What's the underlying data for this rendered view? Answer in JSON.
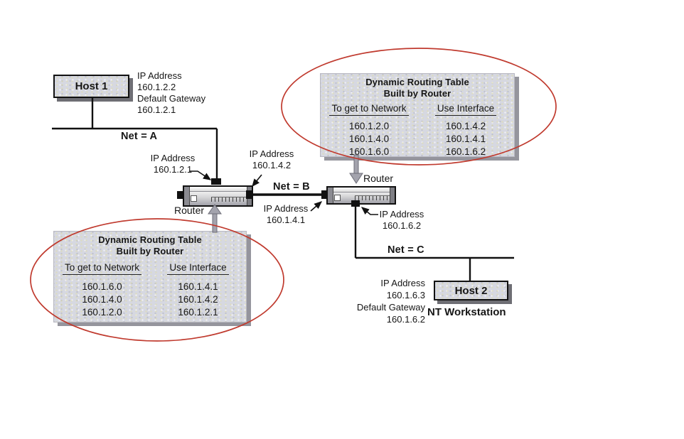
{
  "hosts": {
    "host1": {
      "label": "Host 1",
      "info_lines": [
        "IP Address",
        "160.1.2.2",
        "Default Gateway",
        "160.1.2.1"
      ]
    },
    "host2": {
      "label": "Host 2",
      "sublabel": "NT Workstation",
      "info_lines": [
        "IP Address",
        "160.1.6.3",
        "Default Gateway",
        "160.1.6.2"
      ]
    }
  },
  "networks": {
    "net_a": "Net = A",
    "net_b": "Net = B",
    "net_c": "Net = C"
  },
  "routers": {
    "left": {
      "label": "Router",
      "top_interface": {
        "lines": [
          "IP Address",
          "160.1.2.1"
        ]
      },
      "right_interface": {
        "lines": [
          "IP Address",
          "160.1.4.2"
        ]
      }
    },
    "right": {
      "label": "Router",
      "left_interface": {
        "lines": [
          "IP Address",
          "160.1.4.1"
        ]
      },
      "bottom_interface": {
        "lines": [
          "IP Address",
          "160.1.6.2"
        ]
      }
    }
  },
  "routing_tables": {
    "right_router_table": {
      "title_line1": "Dynamic Routing Table",
      "title_line2": "Built by Router",
      "col1_header": "To get to Network",
      "col2_header": "Use Interface",
      "rows": [
        [
          "160.1.2.0",
          "160.1.4.2"
        ],
        [
          "160.1.4.0",
          "160.1.4.1"
        ],
        [
          "160.1.6.0",
          "160.1.6.2"
        ]
      ]
    },
    "left_router_table": {
      "title_line1": "Dynamic Routing Table",
      "title_line2": "Built by Router",
      "col1_header": "To get to Network",
      "col2_header": "Use Interface",
      "rows": [
        [
          "160.1.6.0",
          "160.1.4.1"
        ],
        [
          "160.1.4.0",
          "160.1.4.2"
        ],
        [
          "160.1.2.0",
          "160.1.2.1"
        ]
      ]
    }
  },
  "colors": {
    "highlight_ellipse": "#c03a2e",
    "panel_bg": "#d6d8e1",
    "gray_arrow": "#a3a3ad",
    "wire": "#111111",
    "panel_shadow": "#95959d"
  }
}
